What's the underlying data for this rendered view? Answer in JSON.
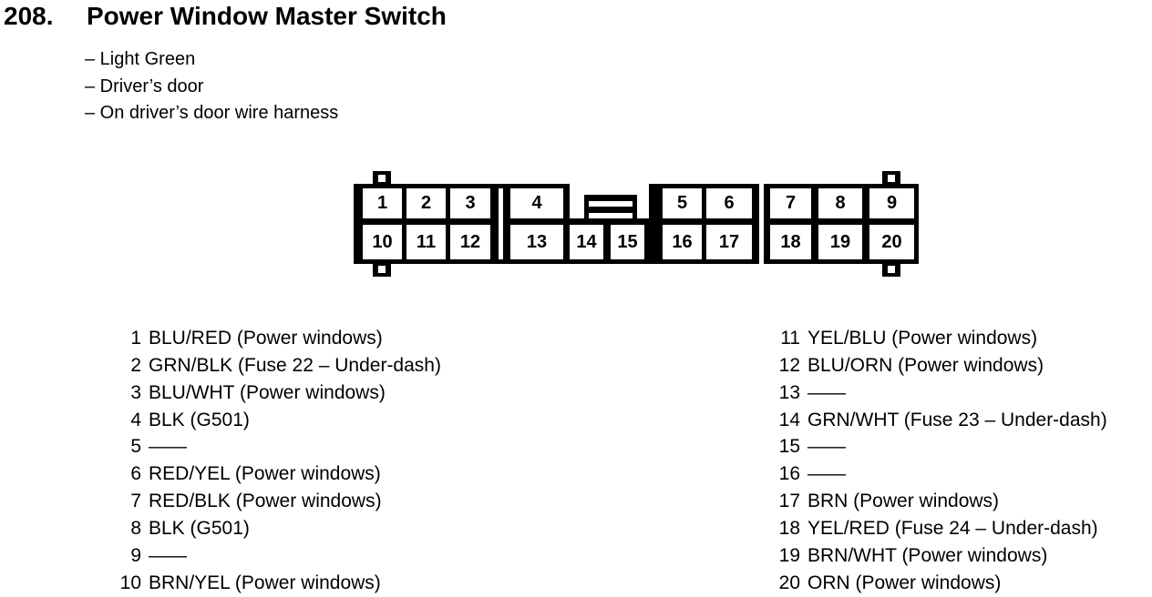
{
  "colors": {
    "ink": "#000000",
    "background": "#ffffff"
  },
  "header": {
    "section_number": "208.",
    "title": "Power Window Master Switch"
  },
  "notes": [
    {
      "text": "– Light Green"
    },
    {
      "text": "– Driver’s door"
    },
    {
      "text": "– On driver’s door wire harness"
    }
  ],
  "connector": {
    "description": "20-pin connector, two rows, viewed face-on",
    "top_row": [
      "1",
      "2",
      "3",
      "4",
      "5",
      "6",
      "7",
      "8",
      "9"
    ],
    "bottom_row": [
      "10",
      "11",
      "12",
      "13",
      "14",
      "15",
      "16",
      "17",
      "18",
      "19",
      "20"
    ]
  },
  "pin_table": {
    "left_column": [
      {
        "num": "1",
        "label": "BLU/RED (Power windows)"
      },
      {
        "num": "2",
        "label": "GRN/BLK (Fuse 22 – Under-dash)"
      },
      {
        "num": "3",
        "label": "BLU/WHT (Power windows)"
      },
      {
        "num": "4",
        "label": "BLK (G501)"
      },
      {
        "num": "5",
        "label": "——"
      },
      {
        "num": "6",
        "label": "RED/YEL (Power windows)"
      },
      {
        "num": "7",
        "label": "RED/BLK (Power windows)"
      },
      {
        "num": "8",
        "label": "BLK (G501)"
      },
      {
        "num": "9",
        "label": "——"
      },
      {
        "num": "10",
        "label": "BRN/YEL (Power windows)"
      }
    ],
    "right_column": [
      {
        "num": "11",
        "label": "YEL/BLU (Power windows)"
      },
      {
        "num": "12",
        "label": "BLU/ORN (Power windows)"
      },
      {
        "num": "13",
        "label": "——"
      },
      {
        "num": "14",
        "label": "GRN/WHT (Fuse 23 – Under-dash)"
      },
      {
        "num": "15",
        "label": "——"
      },
      {
        "num": "16",
        "label": "——"
      },
      {
        "num": "17",
        "label": "BRN (Power windows)"
      },
      {
        "num": "18",
        "label": "YEL/RED (Fuse 24 – Under-dash)"
      },
      {
        "num": "19",
        "label": "BRN/WHT (Power windows)"
      },
      {
        "num": "20",
        "label": "ORN (Power windows)"
      }
    ]
  }
}
